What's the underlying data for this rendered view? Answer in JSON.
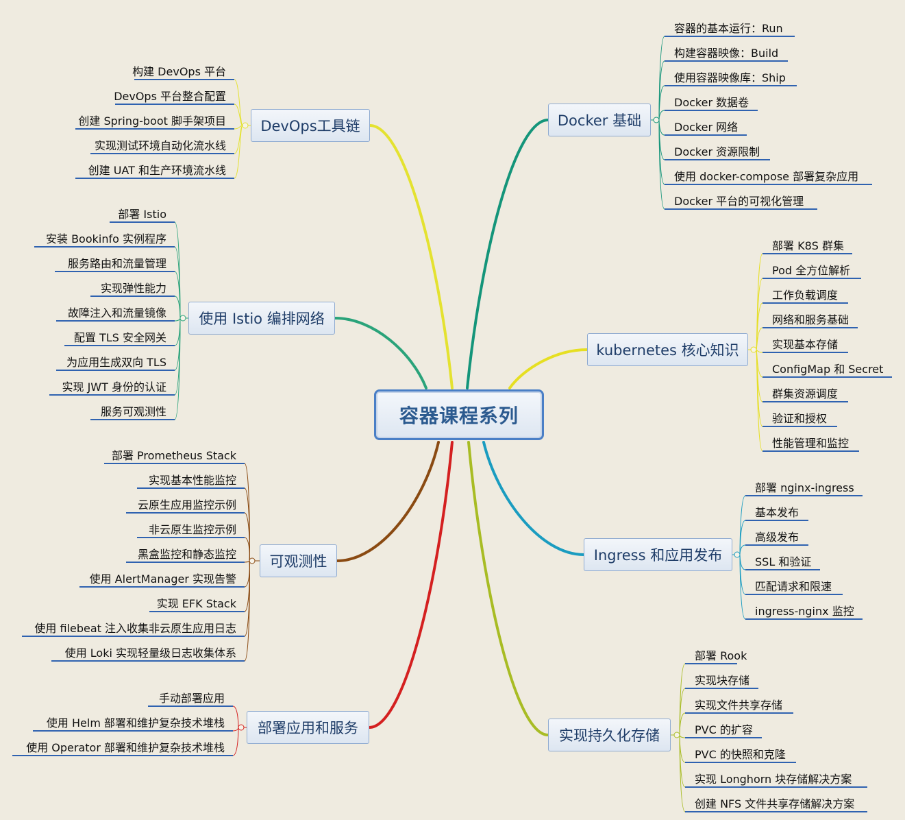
{
  "center": {
    "title": "容器课程系列"
  },
  "branches": [
    {
      "id": "devops",
      "side": "left",
      "label": "DevOps工具链",
      "color": "#e4e230",
      "items": [
        "构建 DevOps 平台",
        "DevOps 平台整合配置",
        "创建 Spring-boot 脚手架项目",
        "实现测试环境自动化流水线",
        "创建 UAT 和生产环境流水线"
      ]
    },
    {
      "id": "istio",
      "side": "left",
      "label": "使用 Istio 编排网络",
      "color": "#2aa37a",
      "items": [
        "部署 Istio",
        "安装 Bookinfo 实例程序",
        "服务路由和流量管理",
        "实现弹性能力",
        "故障注入和流量镜像",
        "配置 TLS 安全网关",
        "为应用生成双向 TLS",
        "实现 JWT 身份的认证",
        "服务可观测性"
      ]
    },
    {
      "id": "observe",
      "side": "left",
      "label": "可观测性",
      "color": "#8a4a12",
      "items": [
        "部署 Prometheus Stack",
        "实现基本性能监控",
        "云原生应用监控示例",
        "非云原生监控示例",
        "黑盒监控和静态监控",
        "使用 AlertManager 实现告警",
        "实现 EFK Stack",
        "使用 filebeat 注入收集非云原生应用日志",
        "使用 Loki 实现轻量级日志收集体系"
      ]
    },
    {
      "id": "deploy",
      "side": "left",
      "label": "部署应用和服务",
      "color": "#d42020",
      "items": [
        "手动部署应用",
        "使用 Helm 部署和维护复杂技术堆栈",
        "使用 Operator 部署和维护复杂技术堆栈"
      ]
    },
    {
      "id": "docker",
      "side": "right",
      "label": "Docker 基础",
      "color": "#14957a",
      "items": [
        "容器的基本运行：Run",
        "构建容器映像：Build",
        "使用容器映像库：Ship",
        "Docker 数据卷",
        "Docker 网络",
        "Docker 资源限制",
        "使用 docker-compose 部署复杂应用",
        "Docker 平台的可视化管理"
      ]
    },
    {
      "id": "k8s",
      "side": "right",
      "label": "kubernetes 核心知识",
      "color": "#e6df22",
      "items": [
        "部署 K8S 群集",
        "Pod 全方位解析",
        "工作负载调度",
        "网络和服务基础",
        "实现基本存储",
        "ConfigMap 和 Secret",
        "群集资源调度",
        "验证和授权",
        "性能管理和监控"
      ]
    },
    {
      "id": "ingress",
      "side": "right",
      "label": "Ingress 和应用发布",
      "color": "#1a9cc0",
      "items": [
        "部署 nginx-ingress",
        "基本发布",
        "高级发布",
        "SSL 和验证",
        "匹配请求和限速",
        "ingress-nginx 监控"
      ]
    },
    {
      "id": "storage",
      "side": "right",
      "label": "实现持久化存储",
      "color": "#a8bc24",
      "items": [
        "部署 Rook",
        "实现块存储",
        "实现文件共享存储",
        "PVC 的扩容",
        "PVC 的快照和克隆",
        "实现 Longhorn 块存储解决方案",
        "创建 NFS 文件共享存储解决方案"
      ]
    }
  ]
}
